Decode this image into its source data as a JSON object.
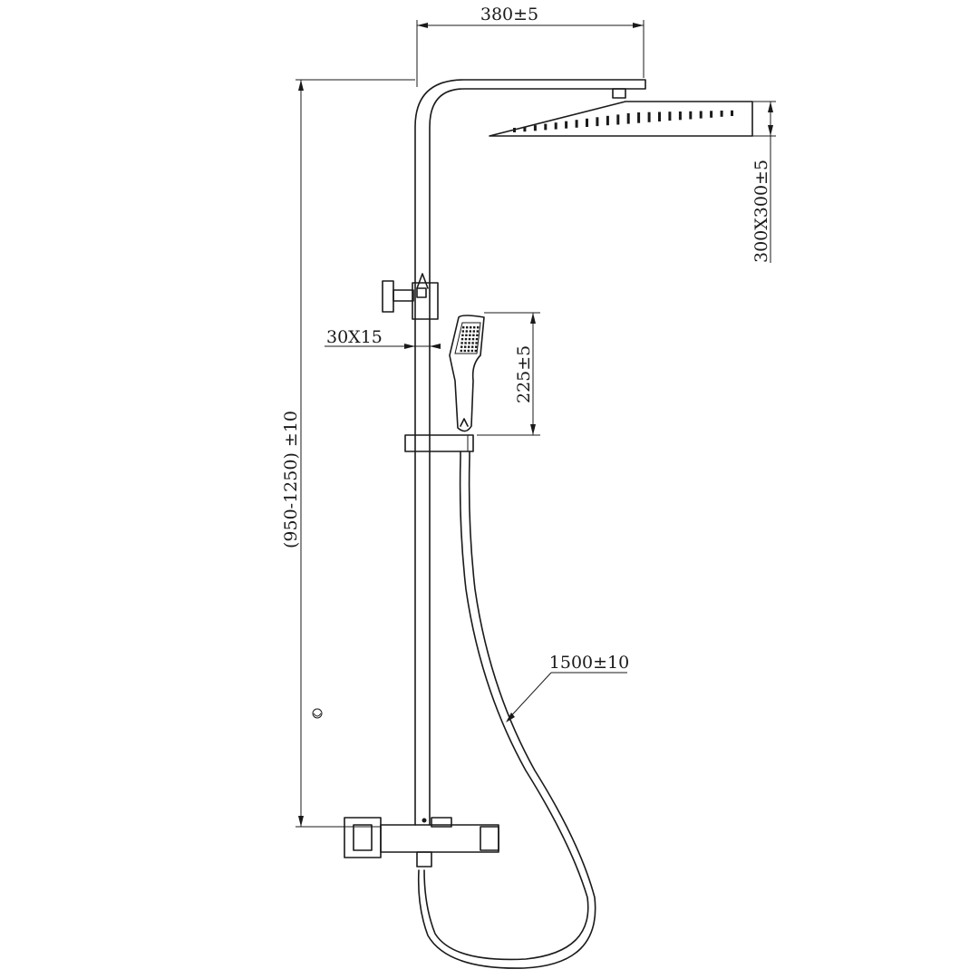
{
  "dimensions": {
    "rain_arm_length": "380±5",
    "rain_head_size": "300X300±5",
    "slide_rail_section": "30X15",
    "hand_shower_length": "225±5",
    "column_height": "(950-1250) ±10",
    "hose_length": "1500±10"
  },
  "colors": {
    "line": "#1a1a1a",
    "background": "#ffffff"
  }
}
